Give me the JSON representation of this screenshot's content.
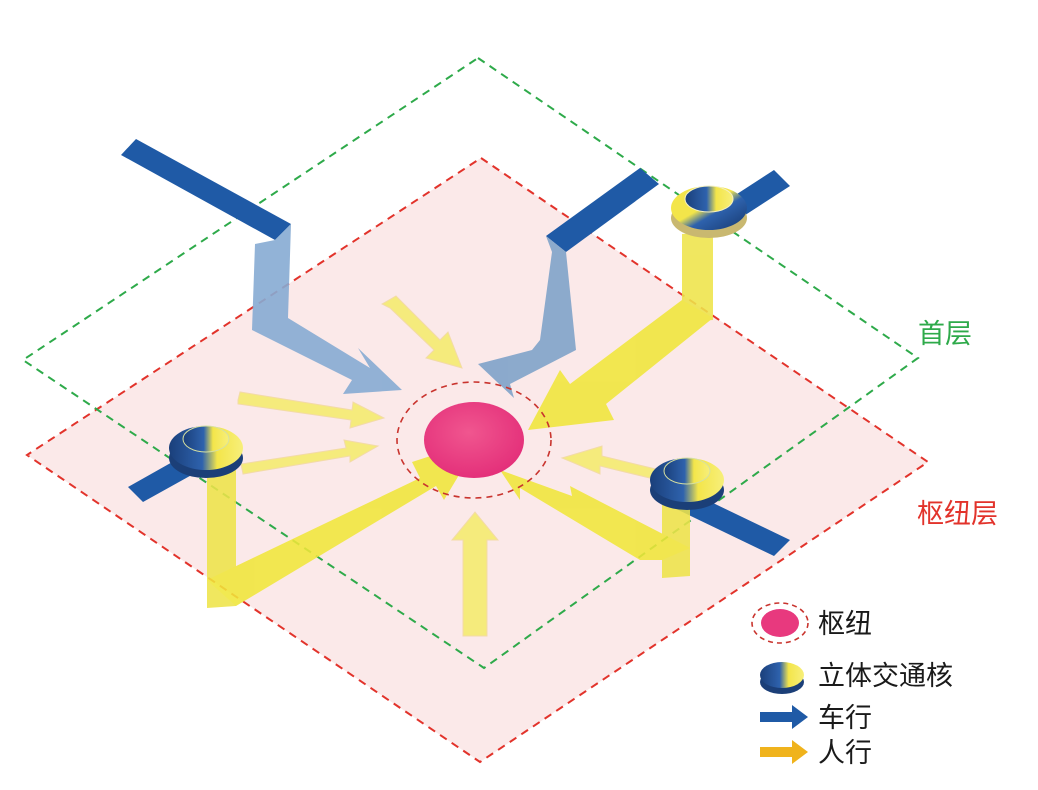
{
  "layers": {
    "ground": {
      "label": "首层",
      "color": "#2eaa4a"
    },
    "hub": {
      "label": "枢纽层",
      "color": "#e2332b"
    }
  },
  "legend": {
    "hub": "枢纽",
    "core": "立体交通核",
    "vehicle": "车行",
    "pedestrian": "人行"
  },
  "colors": {
    "hub_fill": "#e8397e",
    "vehicle": "#1f5aa6",
    "vehicle_light": "#7fa6cf",
    "pedestrian": "#f3e54a",
    "pedestrian_legend": "#f0b31c",
    "hub_plane_fill": "#fbe7e7"
  }
}
